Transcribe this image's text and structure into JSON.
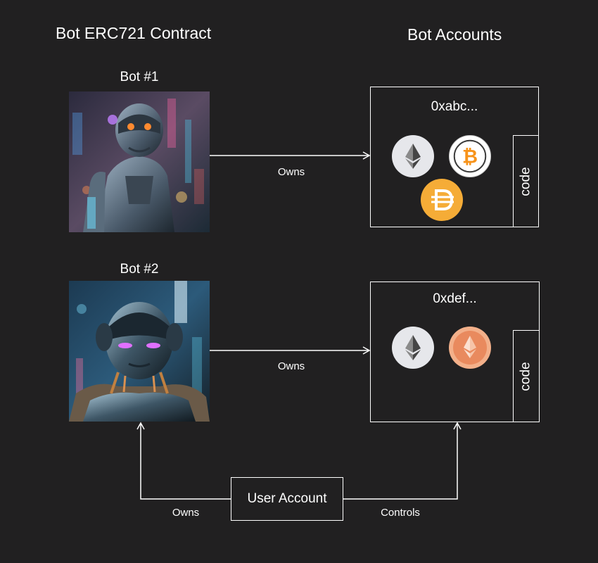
{
  "headings": {
    "contract": "Bot ERC721 Contract",
    "accounts": "Bot Accounts"
  },
  "bots": [
    {
      "label": "Bot #1",
      "image": "robot-portrait-1"
    },
    {
      "label": "Bot #2",
      "image": "robot-portrait-2"
    }
  ],
  "accounts": [
    {
      "address": "0xabc...",
      "code_label": "code",
      "tokens": [
        "ethereum-icon",
        "bitcoin-icon",
        "dai-icon"
      ]
    },
    {
      "address": "0xdef...",
      "code_label": "code",
      "tokens": [
        "ethereum-icon",
        "ethereum-orange-icon"
      ]
    }
  ],
  "edges": {
    "bot1_owns": "Owns",
    "bot2_owns": "Owns",
    "user_owns": "Owns",
    "user_controls": "Controls"
  },
  "user_account": "User Account",
  "colors": {
    "background": "#212021",
    "line": "#ffffff",
    "bitcoin": "#f7931a",
    "dai": "#f5ac37",
    "eth_orange": "#e98a5e"
  }
}
